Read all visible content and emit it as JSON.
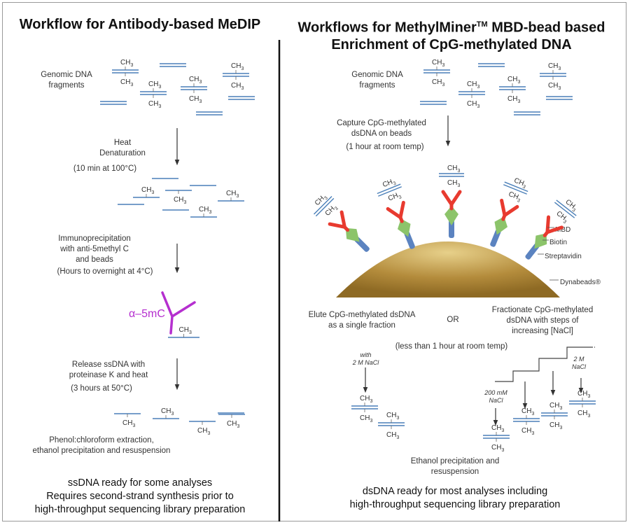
{
  "left": {
    "title": "Workflow for Antibody-based MeDIP",
    "genomic_label": "Genomic DNA\nfragments",
    "heat_label": "Heat\nDenaturation",
    "heat_time": "(10 min at 100°C)",
    "ip_label": "Immunoprecipitation\nwith anti-5methyl C\nand beads",
    "ip_time": "(Hours to overnight at 4°C)",
    "antibody_label": "α–5mC",
    "release_label": "Release ssDNA with\nproteinase K and heat",
    "release_time": "(3 hours at 50°C)",
    "phenol_label": "Phenol:chloroform extraction,\nethanol precipitation and resuspension",
    "footer": "ssDNA ready for some analyses\nRequires second-strand synthesis prior to\nhigh-throughput sequencing library preparation"
  },
  "right": {
    "title_line1": "Workflows for MethylMiner",
    "title_tm": "TM",
    "title_line1_end": " MBD-bead based",
    "title_line2": "Enrichment of CpG-methylated DNA",
    "genomic_label": "Genomic DNA\nfragments",
    "capture_label": "Capture CpG-methylated\ndsDNA on beads",
    "capture_time": "(1 hour at room temp)",
    "legend_mbd": "MBD",
    "legend_biotin": "Biotin",
    "legend_streptavidin": "Streptavidin",
    "legend_dynabeads": "Dynabeads®",
    "elute_label": "Elute CpG-methylated dsDNA\nas a single fraction",
    "or_label": "OR",
    "fractionate_label": "Fractionate CpG-methylated\ndsDNA with steps of\nincreasing [NaCl]",
    "elute_time": "(less  than 1 hour at room temp)",
    "with_nacl": "with\n2 M NaCl",
    "nacl_200": "200 mM\nNaCl",
    "nacl_2m": "2 M\nNaCl",
    "ethanol_label": "Ethanol precipitation and\nresuspension",
    "footer": "dsDNA ready for most analyses including\nhigh-throughput sequencing library preparation"
  },
  "ch3": "CH3",
  "colors": {
    "dna": "#4a7fb8",
    "magenta": "#b52fcf",
    "mbd": "#e83a2f",
    "biotin": "#8cc46a",
    "strep": "#5b83c0",
    "bead": "#b08a3a"
  }
}
